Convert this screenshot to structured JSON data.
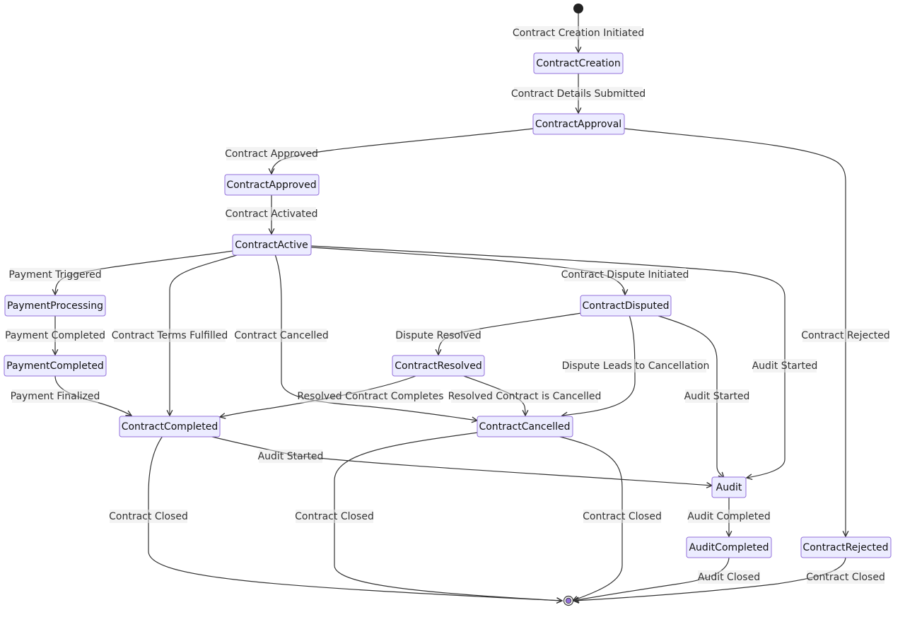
{
  "diagram": {
    "states": {
      "creation": "ContractCreation",
      "approval": "ContractApproval",
      "approved": "ContractApproved",
      "active": "ContractActive",
      "payment_processing": "PaymentProcessing",
      "payment_completed": "PaymentCompleted",
      "disputed": "ContractDisputed",
      "resolved": "ContractResolved",
      "completed": "ContractCompleted",
      "cancelled": "ContractCancelled",
      "audit": "Audit",
      "audit_completed": "AuditCompleted",
      "rejected": "ContractRejected"
    },
    "transitions": {
      "start_creation": "Contract Creation Initiated",
      "creation_approval": "Contract Details Submitted",
      "approval_approved": "Contract Approved",
      "approval_rejected": "Contract Rejected",
      "approved_active": "Contract Activated",
      "active_payment": "Payment Triggered",
      "active_completed": "Contract Terms Fulfilled",
      "active_cancelled": "Contract Cancelled",
      "active_disputed": "Contract Dispute Initiated",
      "active_audit": "Audit Started",
      "payment_paid": "Payment Completed",
      "paid_completed": "Payment Finalized",
      "disputed_resolved": "Dispute Resolved",
      "disputed_cancelled": "Dispute Leads to Cancellation",
      "disputed_audit": "Audit Started",
      "resolved_completed": "Resolved Contract Completes",
      "resolved_cancelled": "Resolved Contract is Cancelled",
      "completed_audit": "Audit Started",
      "completed_end": "Contract Closed",
      "cancelled_end_left": "Contract Closed",
      "cancelled_end_right": "Contract Closed",
      "audit_auditcompleted": "Audit Completed",
      "auditcompleted_end": "Audit Closed",
      "rejected_end": "Contract Closed"
    }
  }
}
